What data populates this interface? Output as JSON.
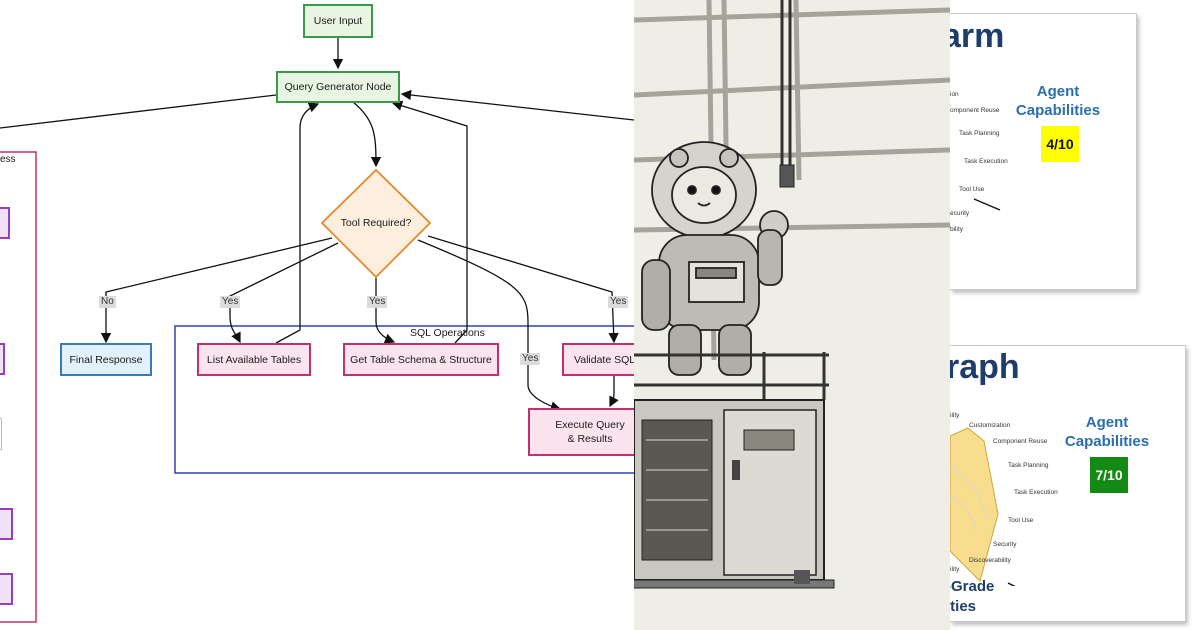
{
  "flowchart": {
    "nodes": {
      "user_input": "User Input",
      "query_generator": "Query Generator Node",
      "tool_required": "Tool Required?",
      "final_response": "Final Response",
      "list_tables": "List Available Tables",
      "get_schema": "Get Table Schema & Structure",
      "validate_sql": "Validate SQL",
      "execute_query": "Execute Query & Results"
    },
    "edge_labels": {
      "no": "No",
      "yes_list": "Yes",
      "yes_schema": "Yes",
      "yes_execute": "Yes",
      "yes_validate": "Yes"
    },
    "group_sql": "SQL Operations",
    "left_group_fragment": "ess"
  },
  "cards": {
    "top": {
      "title_fragment": "arm",
      "capabilities_label": "Agent Capabilities",
      "score": "4/10",
      "score_color": "#ffff00",
      "axes": [
        "ion",
        "omponent Reuse",
        "Task Planning",
        "Task Execution",
        "Tool Use",
        "ecurity",
        "bility"
      ]
    },
    "bottom": {
      "title_fragment": "raph",
      "capabilities_label": "Agent Capabilities",
      "score": "7/10",
      "score_color": "#138a13",
      "axes": [
        "ility",
        "Customization",
        "Component Reuse",
        "Task Planning",
        "Task Execution",
        "Tool Use",
        "Security",
        "Discoverability",
        "ility"
      ],
      "footer_line1": "-Grade",
      "footer_line2": "ities"
    }
  }
}
